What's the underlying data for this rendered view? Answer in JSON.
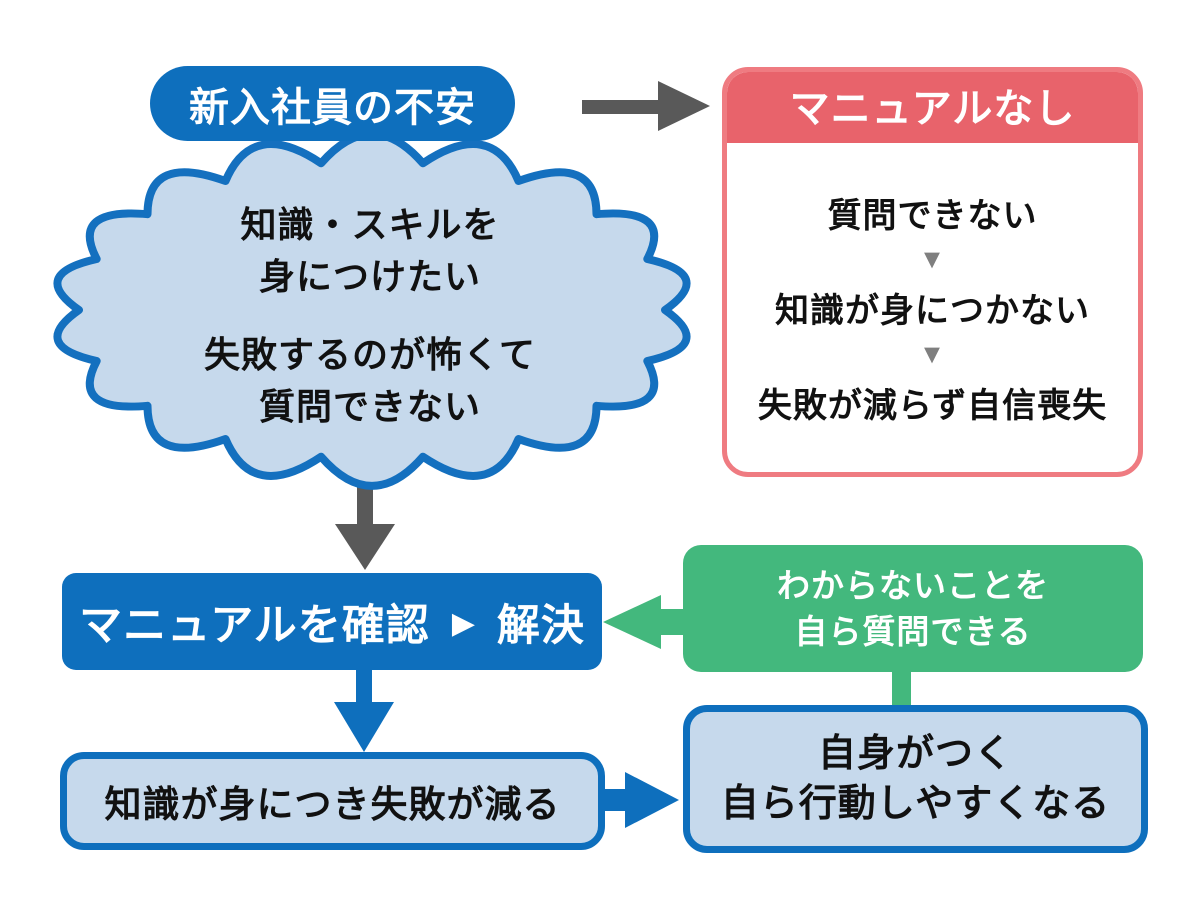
{
  "colors": {
    "blue": "#0e6fbd",
    "light_blue": "#c6d9ec",
    "cloud_border": "#1470bf",
    "red": "#e8636b",
    "red_border": "#ef7b81",
    "green": "#43b87d",
    "arrow_gray": "#595959",
    "step_arrow_gray": "#7f7f7f",
    "text_black": "#111111"
  },
  "anxiety_cloud": {
    "label": "新入社員の不安",
    "thought_1": "知識・スキルを\n身につけたい",
    "thought_2": "失敗するのが怖くて\n質問できない"
  },
  "no_manual_card": {
    "title": "マニュアルなし",
    "steps": [
      "質問できない",
      "知識が身につかない",
      "失敗が減らず自信喪失"
    ],
    "step_arrow_glyph": "▼"
  },
  "manual_check_box": {
    "action_label": "マニュアルを確認",
    "arrow_glyph": "▶",
    "result_label": "解決"
  },
  "question_box": {
    "text": "わからないことを\n自ら質問できる"
  },
  "outcome_boxes": {
    "left": "知識が身につき失敗が減る",
    "right": "自身がつく\n自ら行動しやすくなる"
  }
}
